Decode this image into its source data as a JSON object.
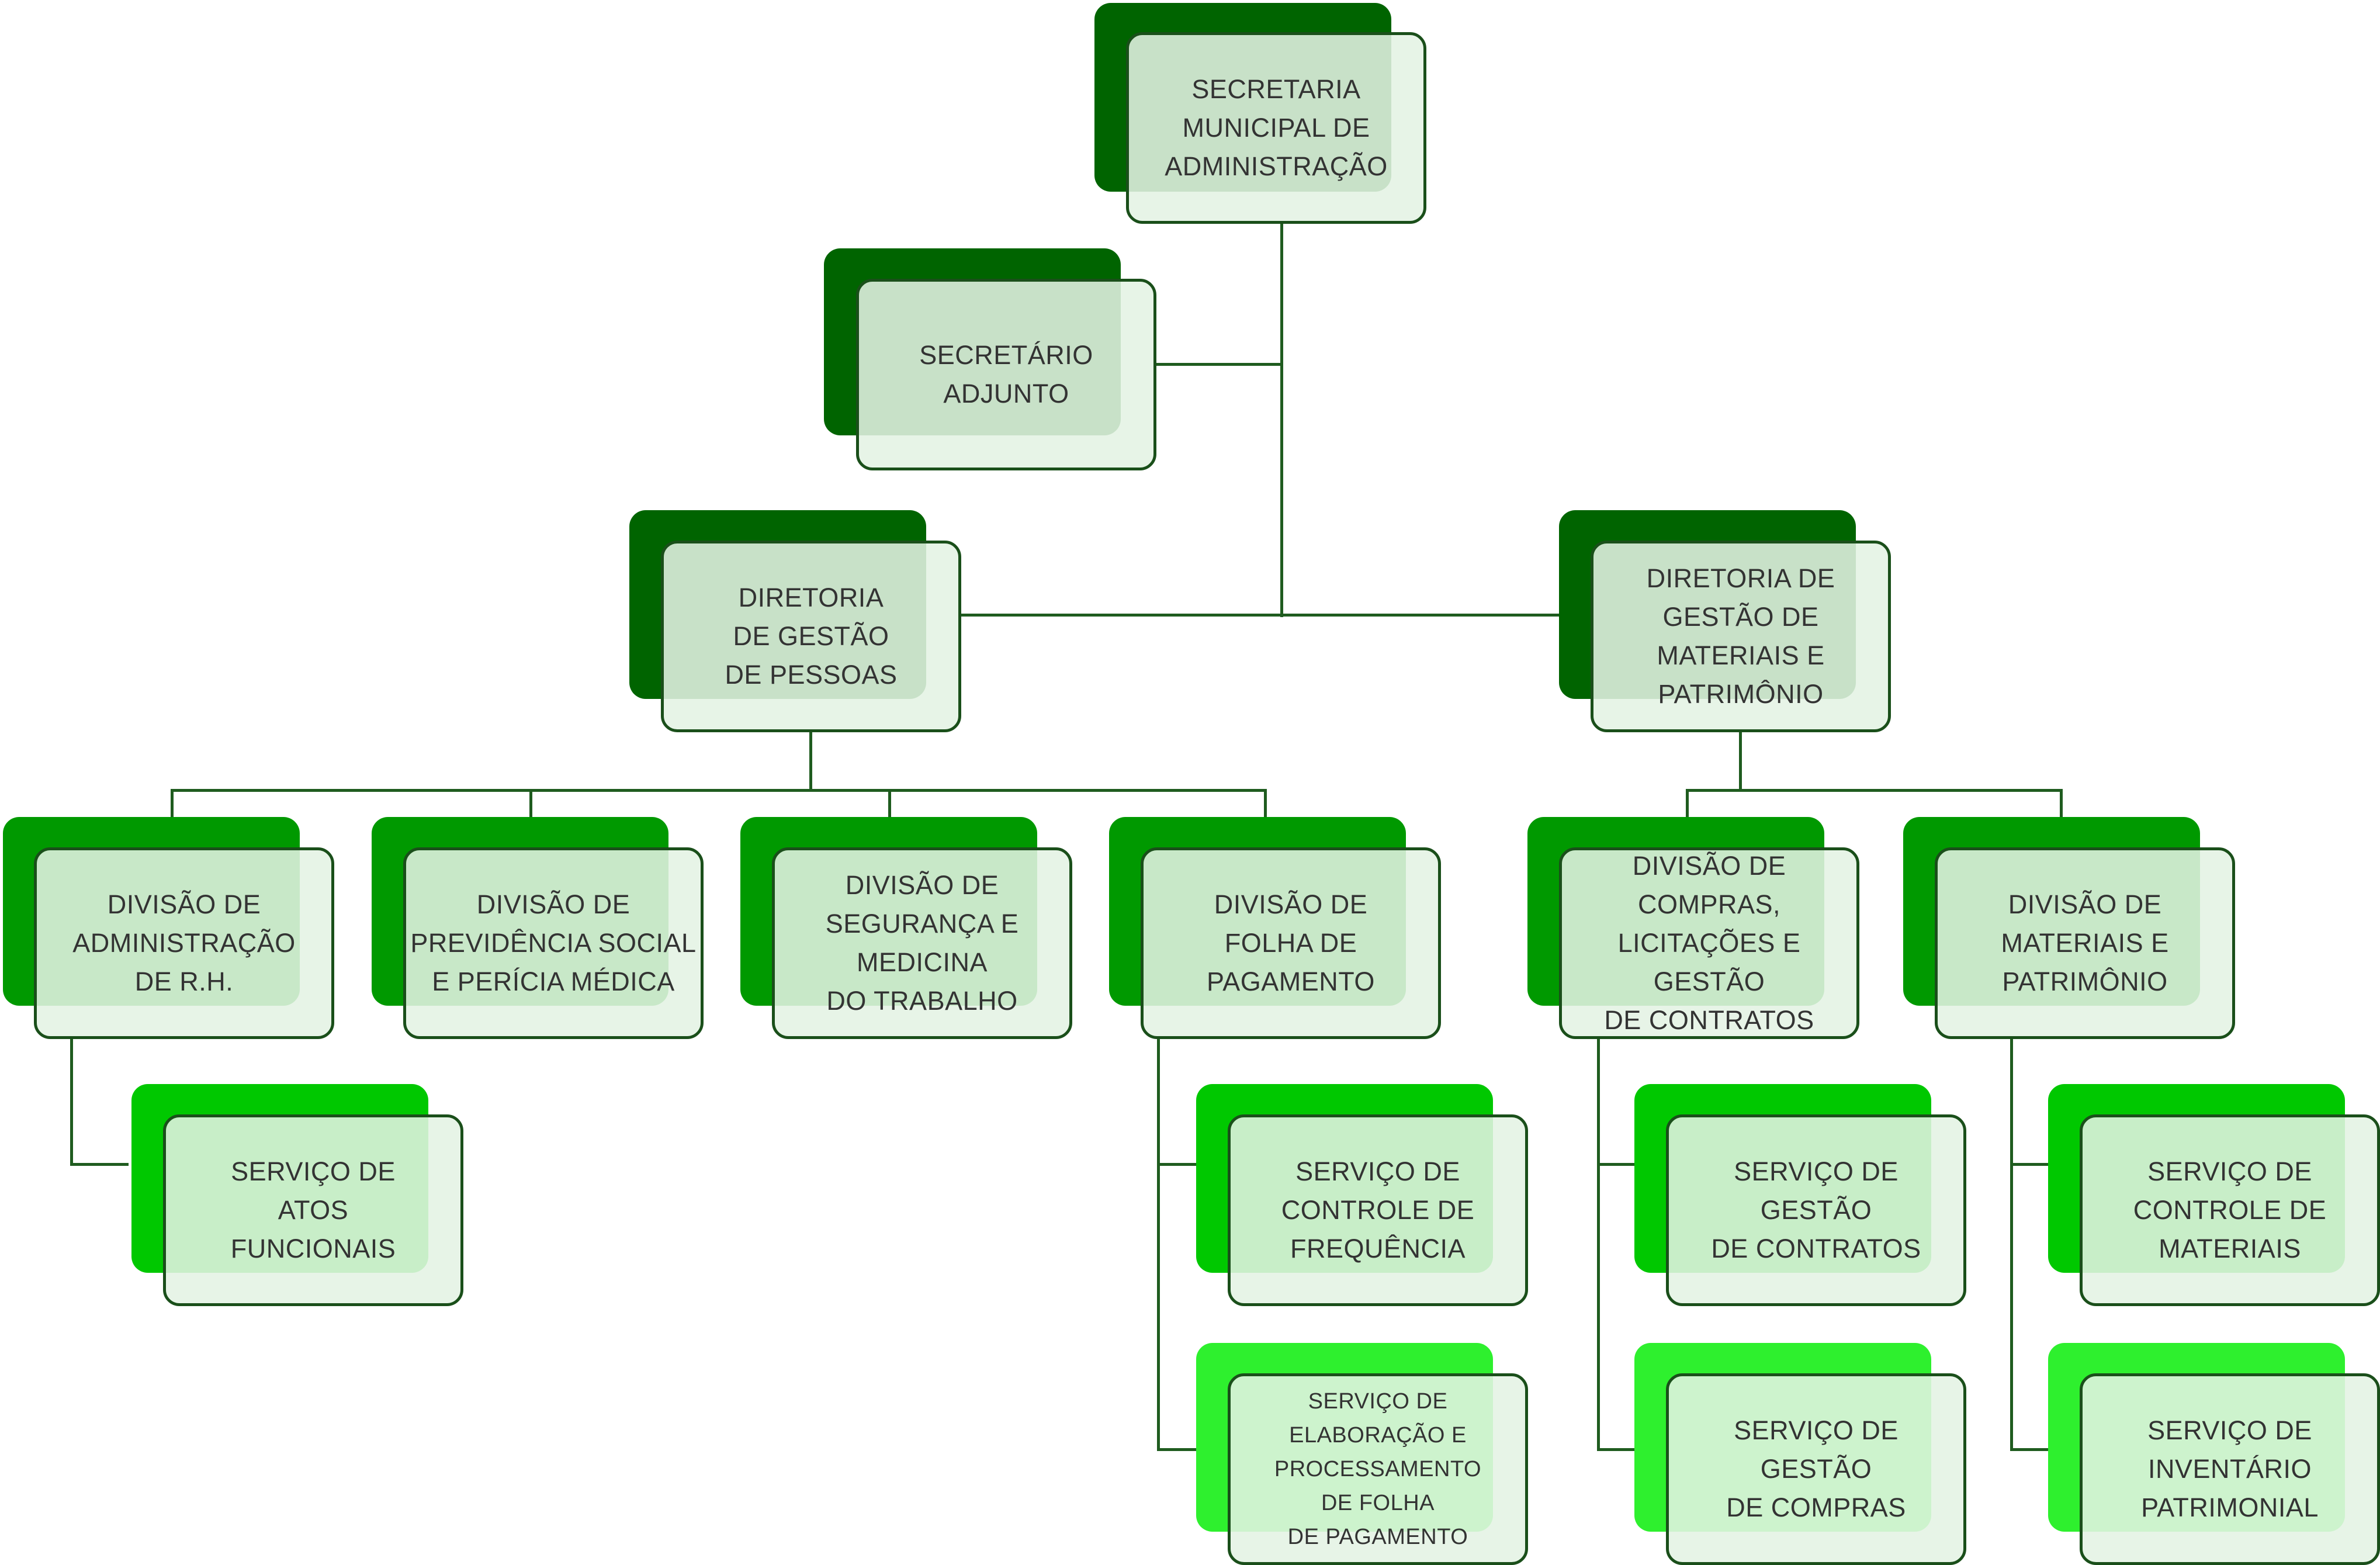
{
  "colors": {
    "line": "#1f5c1f",
    "border": "#1a4f1a",
    "text": "#333333",
    "fill": "#e4f3e4",
    "level1": "#006400",
    "level2": "#009900",
    "level3a": "#00c800",
    "level3b": "#2ef02e"
  },
  "nodes": {
    "secretaria": "SECRETARIA\nMUNICIPAL DE\nADMINISTRAÇÃO",
    "adjunto": "SECRETÁRIO\nADJUNTO",
    "dir_pessoas": "DIRETORIA\nDE GESTÃO\nDE PESSOAS",
    "dir_materiais": "DIRETORIA DE\nGESTÃO DE\nMATERIAIS E\nPATRIMÔNIO",
    "div_adm_rh": "DIVISÃO DE\nADMINISTRAÇÃO\nDE R.H.",
    "div_previdencia": "DIVISÃO DE\nPREVIDÊNCIA SOCIAL\nE PERÍCIA MÉDICA",
    "div_seguranca": "DIVISÃO DE\nSEGURANÇA E\nMEDICINA\nDO TRABALHO",
    "div_folha": "DIVISÃO DE\nFOLHA DE\nPAGAMENTO",
    "div_compras": "DIVISÃO DE\nCOMPRAS,\nLICITAÇÕES E GESTÃO\nDE CONTRATOS",
    "div_materiais": "DIVISÃO DE\nMATERIAIS E\nPATRIMÔNIO",
    "serv_atos": "SERVIÇO DE\nATOS\nFUNCIONAIS",
    "serv_frequencia": "SERVIÇO DE\nCONTROLE DE\nFREQUÊNCIA",
    "serv_elaboracao": "SERVIÇO DE\nELABORAÇÃO E\nPROCESSAMENTO\nDE FOLHA\nDE PAGAMENTO",
    "serv_contratos": "SERVIÇO DE\nGESTÃO\nDE CONTRATOS",
    "serv_compras": "SERVIÇO DE\nGESTÃO\nDE COMPRAS",
    "serv_ctrl_materiais": "SERVIÇO DE\nCONTROLE DE\nMATERIAIS",
    "serv_inventario": "SERVIÇO DE\nINVENTÁRIO\nPATRIMONIAL"
  }
}
